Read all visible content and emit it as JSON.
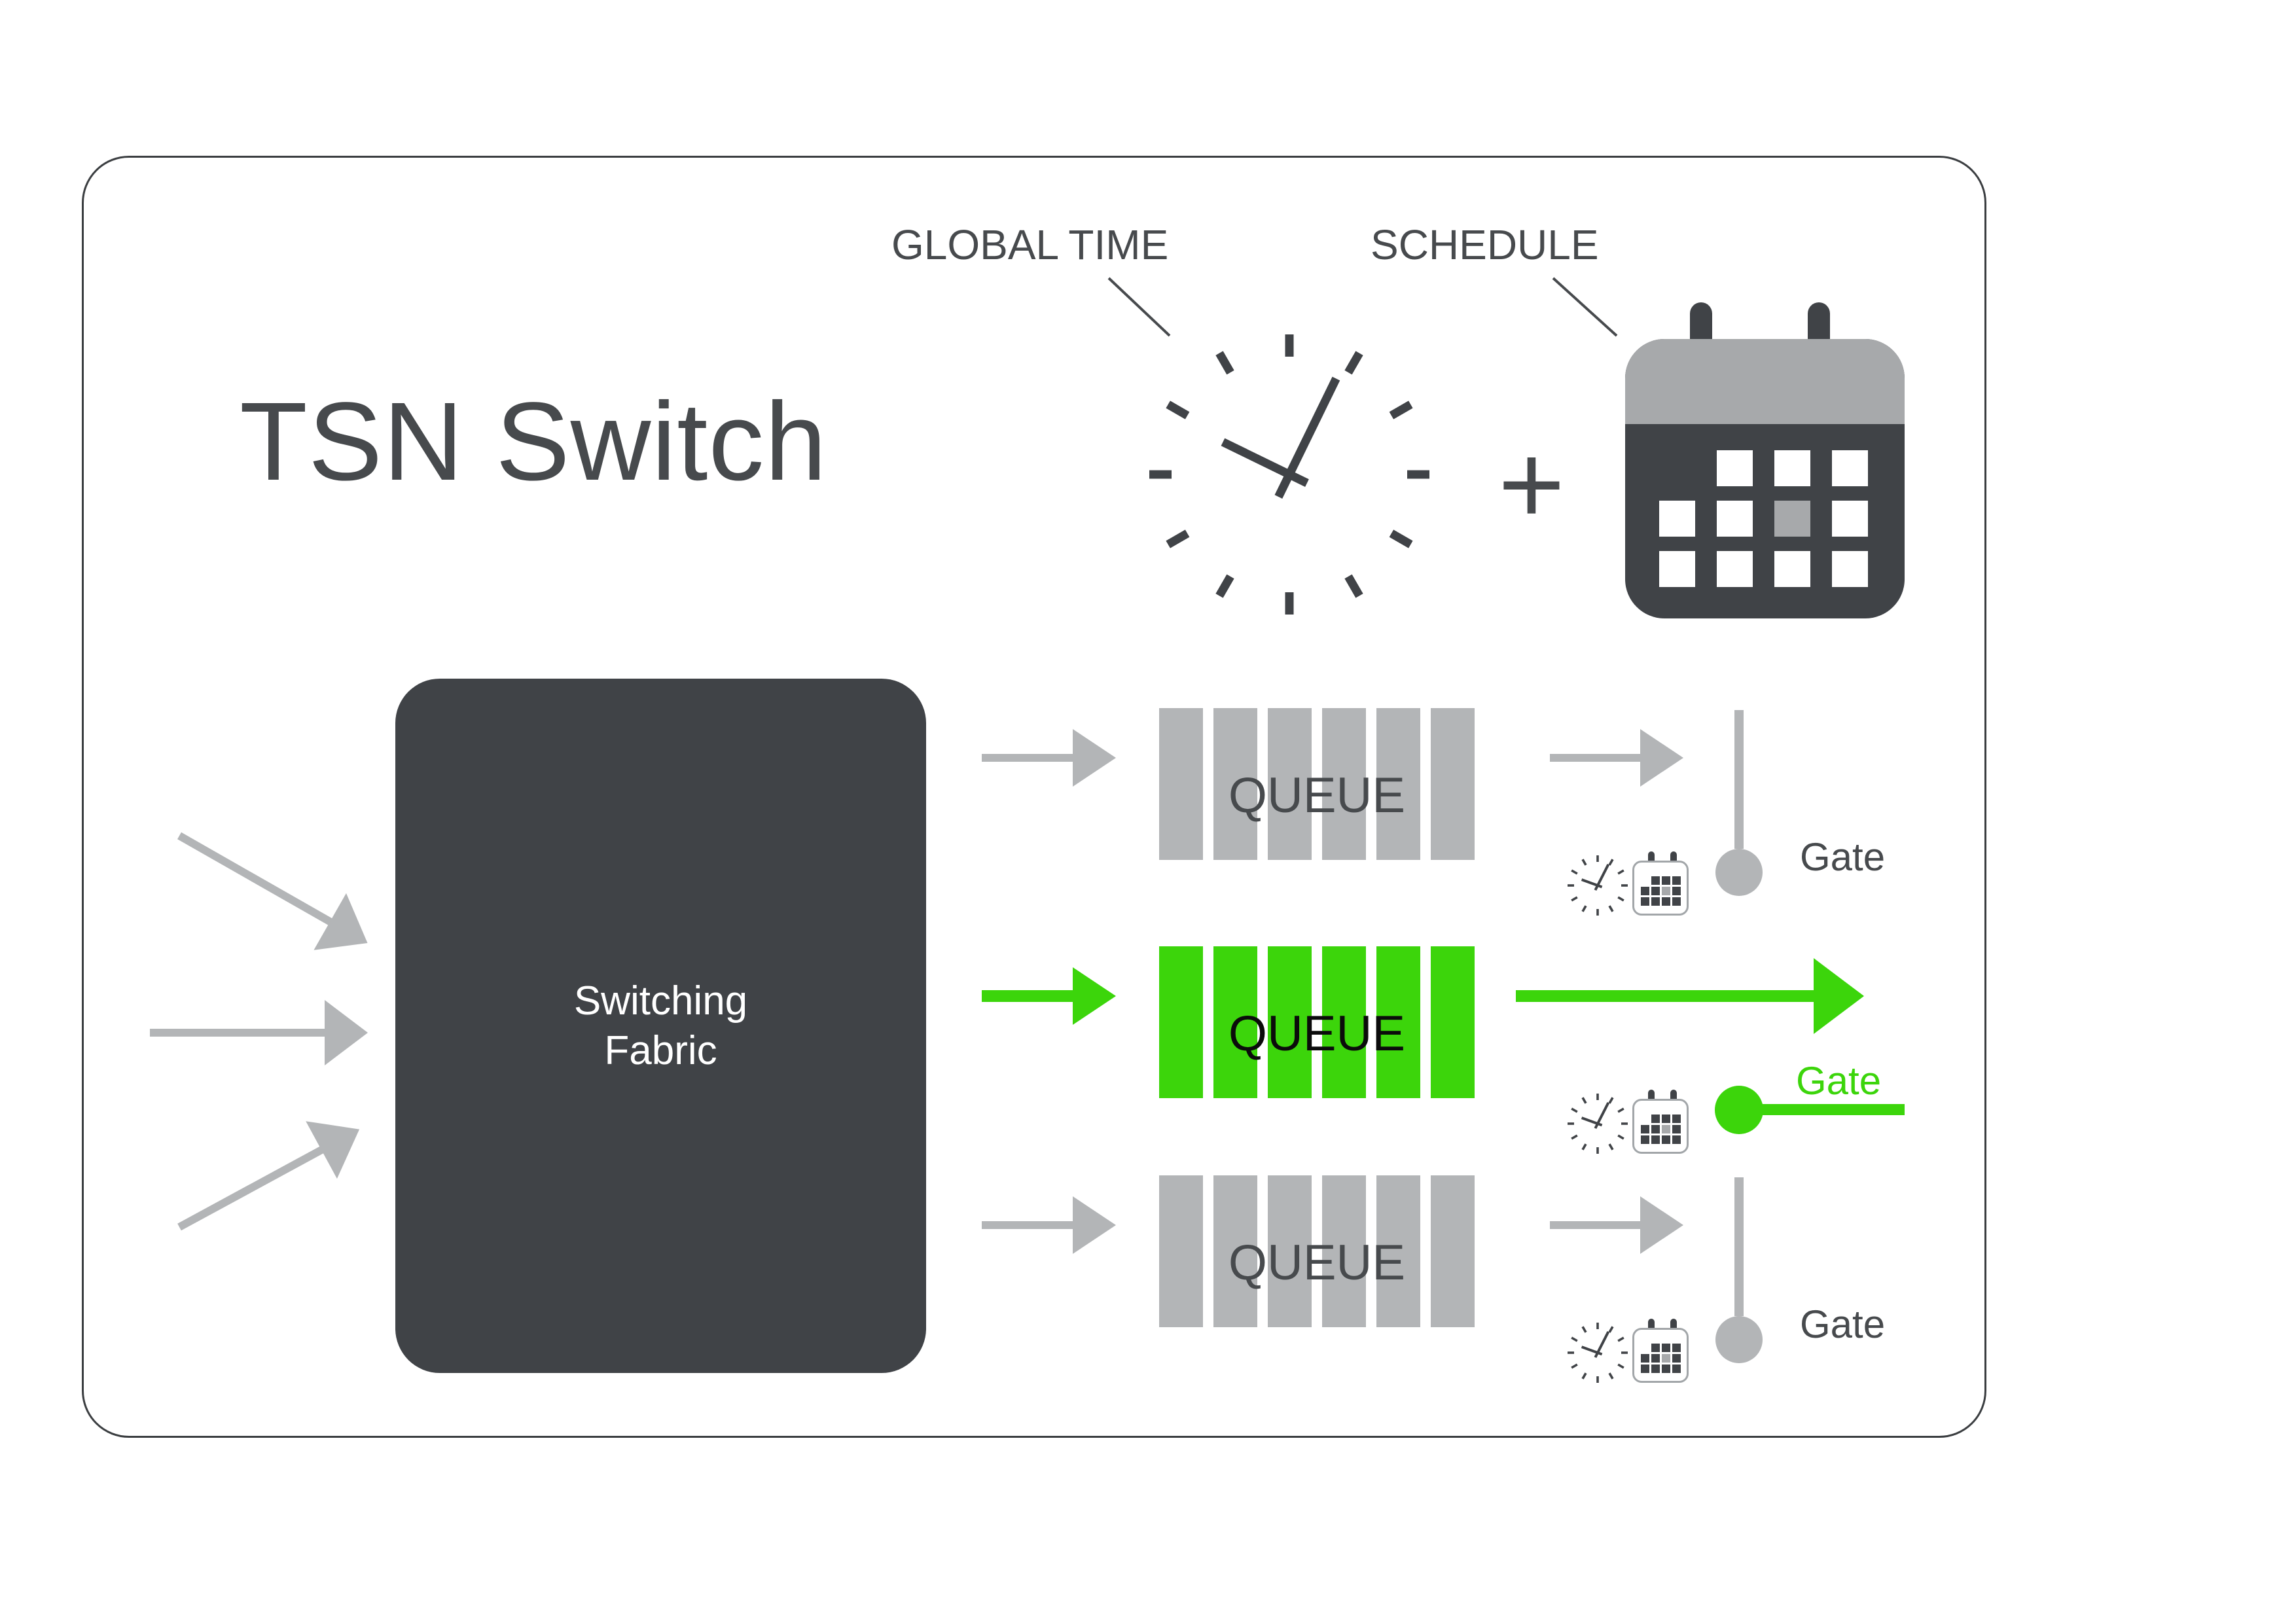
{
  "title": "TSN Switch",
  "annotations": {
    "global_time": "GLOBAL TIME",
    "schedule": "SCHEDULE",
    "plus": "+"
  },
  "icons": [
    "clock-icon",
    "calendar-icon",
    "plus-sign",
    "arrow-icon",
    "gate-icon"
  ],
  "fabric": {
    "label": "Switching Fabric"
  },
  "rows": [
    {
      "queue_label": "QUEUE",
      "gate_label": "Gate",
      "gate_state": "closed",
      "active": false
    },
    {
      "queue_label": "QUEUE",
      "gate_label": "Gate",
      "gate_state": "open",
      "active": true
    },
    {
      "queue_label": "QUEUE",
      "gate_label": "Gate",
      "gate_state": "closed",
      "active": false
    }
  ],
  "colors": {
    "green": "#3cd50b",
    "dark": "#404347",
    "gray": "#b3b5b7",
    "light_gray": "#a7a9ab",
    "text_dark": "#474a4d",
    "cal_border": "#a2a6a9"
  }
}
